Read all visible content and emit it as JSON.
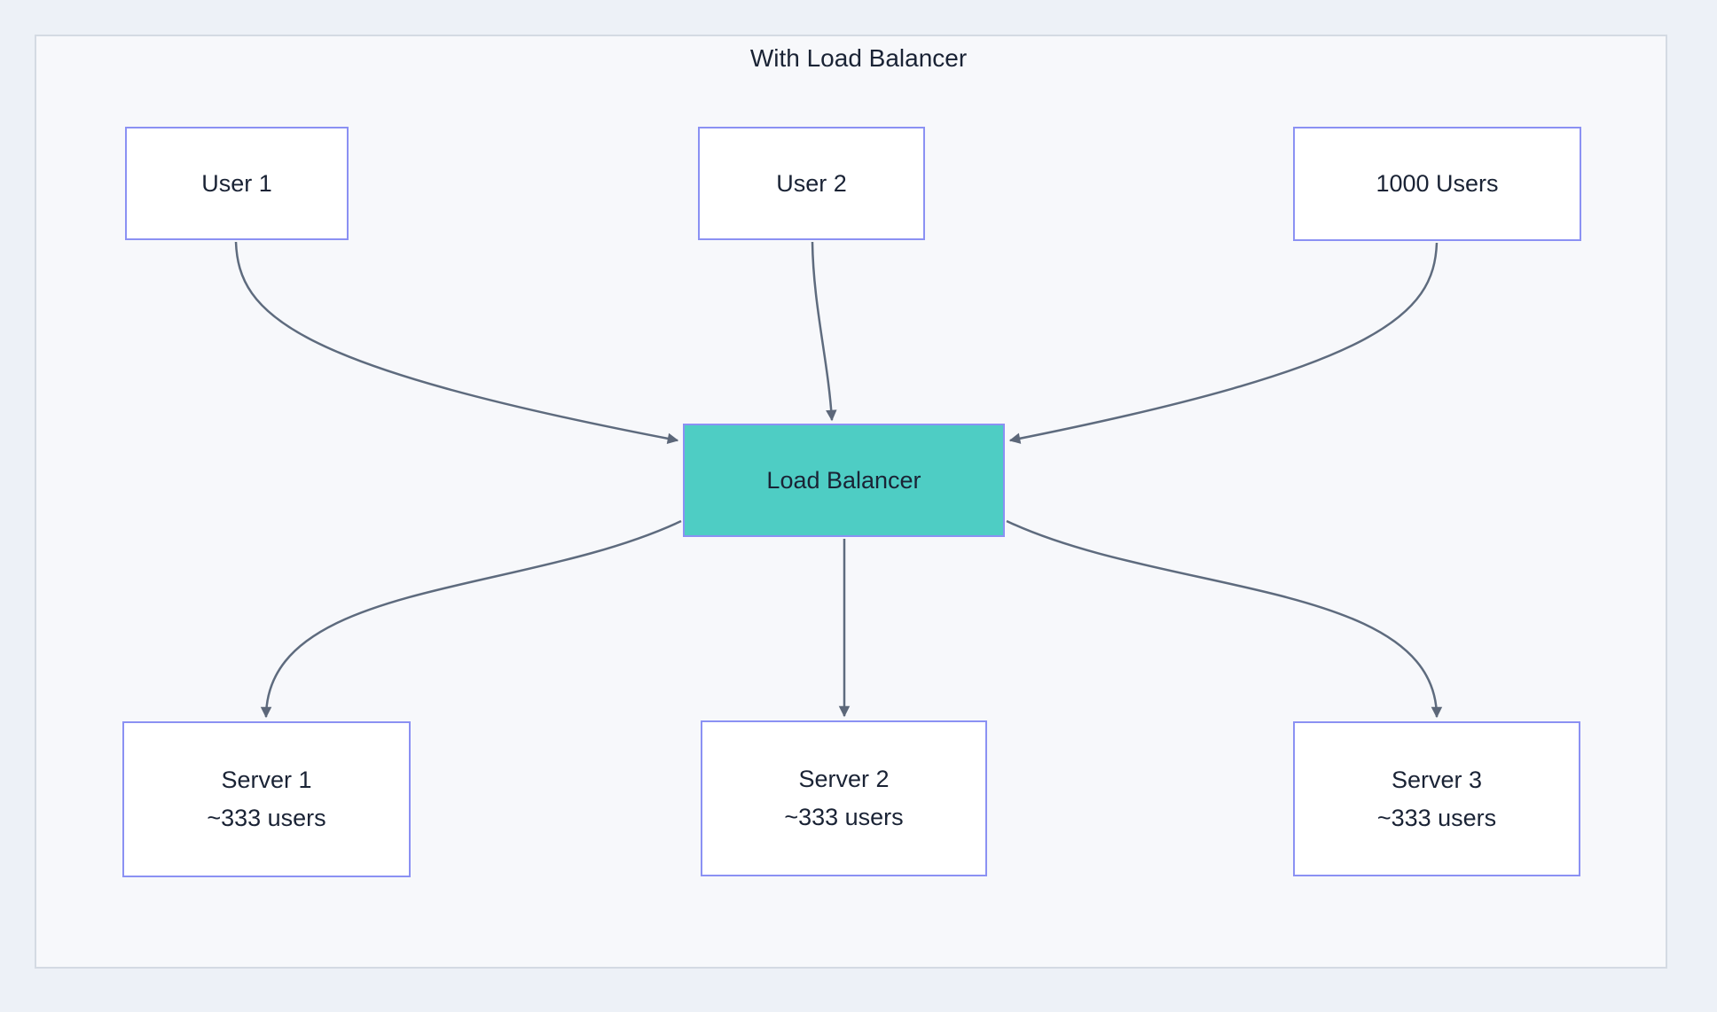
{
  "diagram": {
    "title": "With Load Balancer",
    "nodes": {
      "user1": {
        "label": "User 1"
      },
      "user2": {
        "label": "User 2"
      },
      "users1k": {
        "label": "1000 Users"
      },
      "lb": {
        "label": "Load Balancer"
      },
      "server1": {
        "label": "Server 1",
        "sublabel": "~333 users"
      },
      "server2": {
        "label": "Server 2",
        "sublabel": "~333 users"
      },
      "server3": {
        "label": "Server 3",
        "sublabel": "~333 users"
      }
    },
    "edges": [
      {
        "from": "User 1",
        "to": "Load Balancer"
      },
      {
        "from": "User 2",
        "to": "Load Balancer"
      },
      {
        "from": "1000 Users",
        "to": "Load Balancer"
      },
      {
        "from": "Load Balancer",
        "to": "Server 1"
      },
      {
        "from": "Load Balancer",
        "to": "Server 2"
      },
      {
        "from": "Load Balancer",
        "to": "Server 3"
      }
    ],
    "colors": {
      "canvas_background": "#edf1f7",
      "panel_background": "#f7f8fb",
      "panel_border": "#d4dae3",
      "node_background": "#ffffff",
      "node_border": "#8b91f3",
      "load_balancer_fill": "#4ecdc4",
      "arrow": "#5e6b7e",
      "text": "#1a2335"
    }
  }
}
